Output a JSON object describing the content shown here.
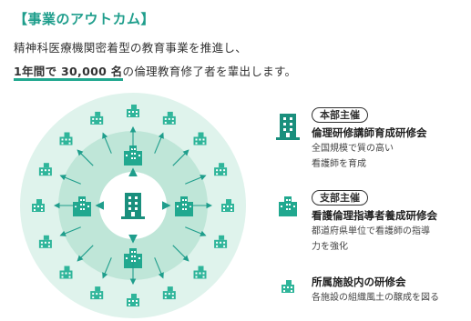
{
  "header": {
    "heading": "【事業のアウトカム】",
    "line1": "精神科医療機関密着型の教育事業を推進し、",
    "line2_bold": "1年間で 30,000 名",
    "line2_rest": "の倫理教育修了者を輩出します。"
  },
  "legend": [
    {
      "badge": "本部主催",
      "title": "倫理研修講師育成研修会",
      "desc_lines": [
        "全国規模で質の高い",
        "看護師を育成"
      ],
      "icon": "large-building-icon"
    },
    {
      "badge": "支部主催",
      "title": "看護倫理指導者養成研修会",
      "desc_lines": [
        "都道府県単位で看護師の指導",
        "力を強化"
      ],
      "icon": "medium-building-icon"
    },
    {
      "badge": "",
      "title": "所属施設内の研修会",
      "desc_lines": [
        "各施設の組織風土の醸成を図る"
      ],
      "icon": "small-building-icon"
    }
  ],
  "colors": {
    "accent": "#1f9e8c",
    "ring_outer": "#dff3ec",
    "ring_middle": "#bfe6d8",
    "center": "#ffffff",
    "icon_dark": "#1a8f7d",
    "icon_light": "#2fb59a"
  }
}
